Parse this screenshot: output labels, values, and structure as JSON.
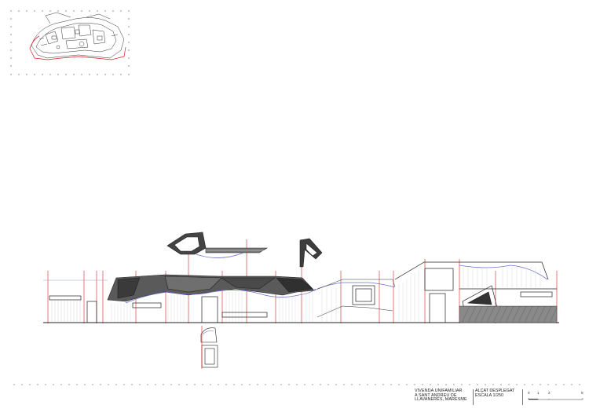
{
  "title_block": {
    "project_lines": [
      "VIVENDA UNIFAMILIAR",
      "A SANT ANDREU DE",
      "LLAVANERES, MARESME"
    ],
    "drawing_lines": [
      "ALÇAT DESPLEGAT",
      "ESCALA 1/250"
    ],
    "scale_ticks": [
      "0",
      "1",
      "2",
      "5"
    ]
  },
  "colors": {
    "line": "#222222",
    "red_axis": "#d21e1e",
    "blue_fill": "#6b74c8",
    "hatch": "#555555"
  }
}
